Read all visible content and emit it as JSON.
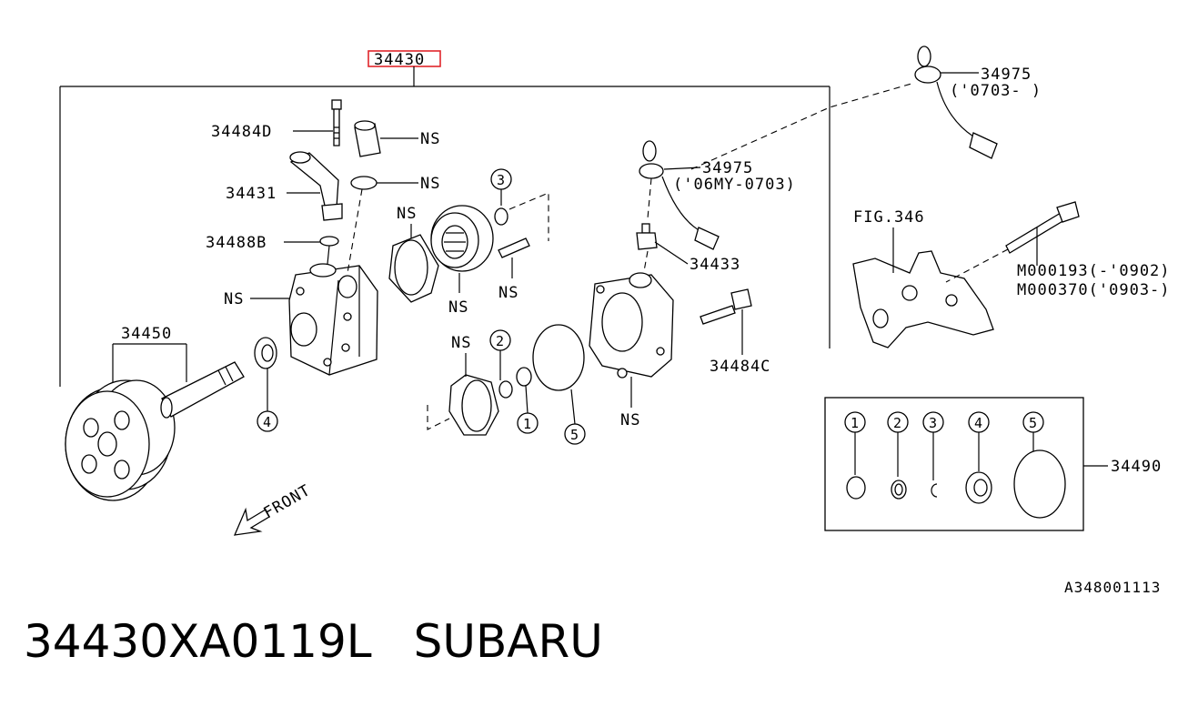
{
  "diagram": {
    "assembly_label": "34430",
    "labels": {
      "p34484d": "34484D",
      "p34431": "34431",
      "p34488b": "34488B",
      "p34450": "34450",
      "p34975_a": "34975",
      "p34975_a_note": "('0703-      )",
      "p34975_b": "34975",
      "p34975_b_note": "('06MY-0703)",
      "p34433": "34433",
      "p34484c": "34484C",
      "fig346": "FIG.346",
      "m000193": "M000193(-'0902)",
      "m000370": "M000370('0903-)",
      "p34490": "34490",
      "front": "FRONT",
      "ns": "NS"
    },
    "kit_numbers": [
      "1",
      "2",
      "3",
      "4",
      "5"
    ],
    "figure_code": "A348001113"
  },
  "caption": {
    "part_number": "34430XA0119L",
    "brand": "SUBARU"
  },
  "colors": {
    "highlight": "#e0262b",
    "line": "#000000"
  }
}
